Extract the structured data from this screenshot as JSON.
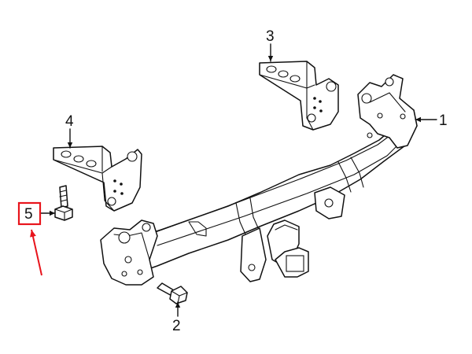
{
  "callouts": [
    {
      "label": "1"
    },
    {
      "label": "2"
    },
    {
      "label": "3"
    },
    {
      "label": "4"
    },
    {
      "label": "5"
    }
  ],
  "highlight_color": "#e8141c",
  "line_color": "#111111"
}
